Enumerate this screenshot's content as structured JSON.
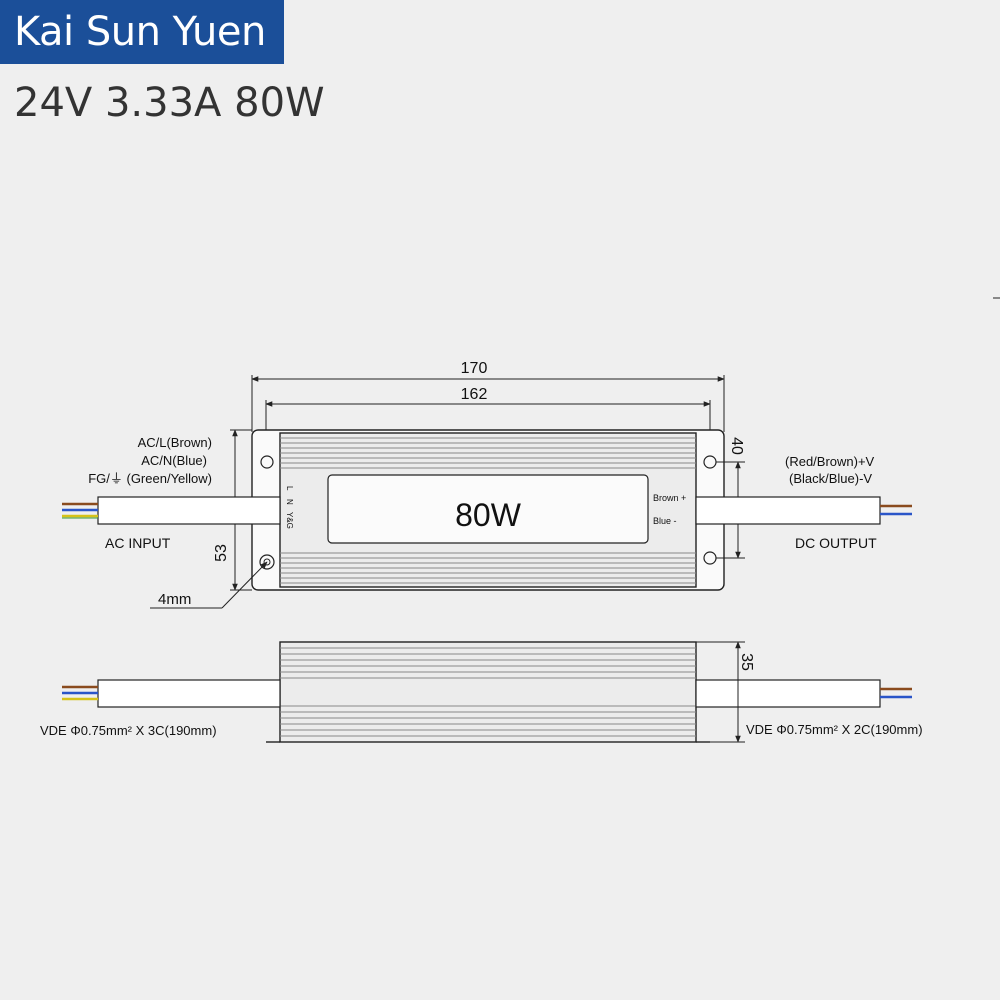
{
  "brand": {
    "name": "Kai Sun Yuen",
    "color": "#1b4f99"
  },
  "spec": "24V 3.33A 80W",
  "diagram": {
    "dimensions": {
      "overall_length": "170",
      "hole_spacing": "162",
      "height": "53",
      "hole_height": "40",
      "thickness": "35",
      "hole_dia": "4mm"
    },
    "label": "80W",
    "ac_wires": [
      "AC/L(Brown)",
      "AC/N(Blue)",
      "FG/⏚ (Green/Yellow)"
    ],
    "ac_caption": "AC INPUT",
    "terminal_marks": [
      "L",
      "N",
      "Y&G"
    ],
    "dc_terminals": [
      "Brown +",
      "Blue  -"
    ],
    "dc_wires": [
      "(Red/Brown)+V",
      "(Black/Blue)-V"
    ],
    "dc_caption": "DC OUTPUT",
    "cable_in": "VDE  Φ0.75mm² X 3C(190mm)",
    "cable_out": "VDE  Φ0.75mm² X 2C(190mm)",
    "wire_colors": {
      "brown": "#8a4b1e",
      "blue": "#2a55c8",
      "yellow": "#d6c21a",
      "green": "#3a9a3a",
      "black": "#222222"
    }
  }
}
